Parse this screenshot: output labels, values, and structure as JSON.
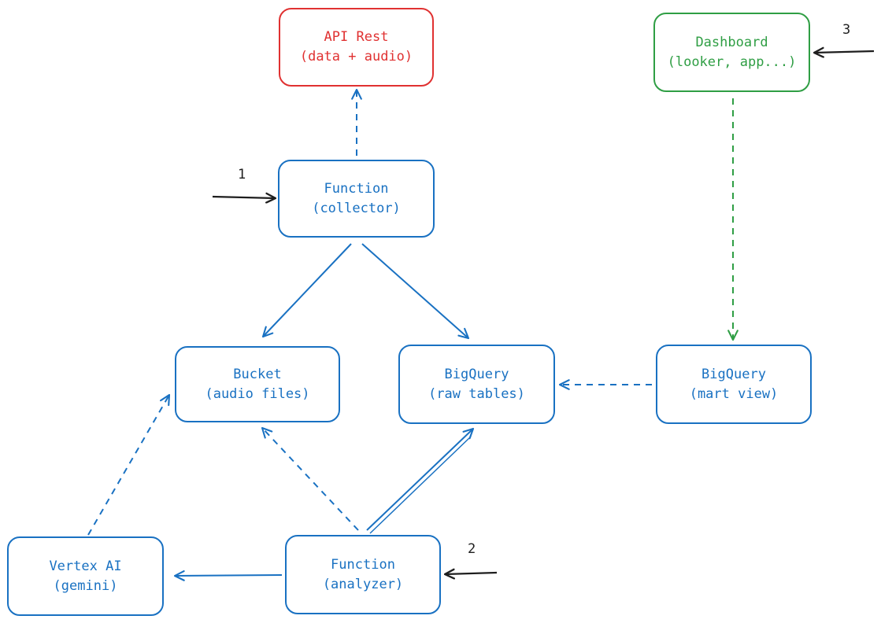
{
  "nodes": {
    "api": {
      "line1": "API Rest",
      "line2": "(data + audio)"
    },
    "dashboard": {
      "line1": "Dashboard",
      "line2": "(looker, app...)"
    },
    "collector": {
      "line1": "Function",
      "line2": "(collector)"
    },
    "bucket": {
      "line1": "Bucket",
      "line2": "(audio files)"
    },
    "bq_raw": {
      "line1": "BigQuery",
      "line2": "(raw tables)"
    },
    "bq_mart": {
      "line1": "BigQuery",
      "line2": "(mart view)"
    },
    "vertex": {
      "line1": "Vertex AI",
      "line2": "(gemini)"
    },
    "analyzer": {
      "line1": "Function",
      "line2": "(analyzer)"
    }
  },
  "steps": {
    "one": "1",
    "two": "2",
    "three": "3"
  },
  "colors": {
    "blue": "#1971c2",
    "red": "#e03131",
    "green": "#2f9e44",
    "black": "#1e1e1e"
  }
}
